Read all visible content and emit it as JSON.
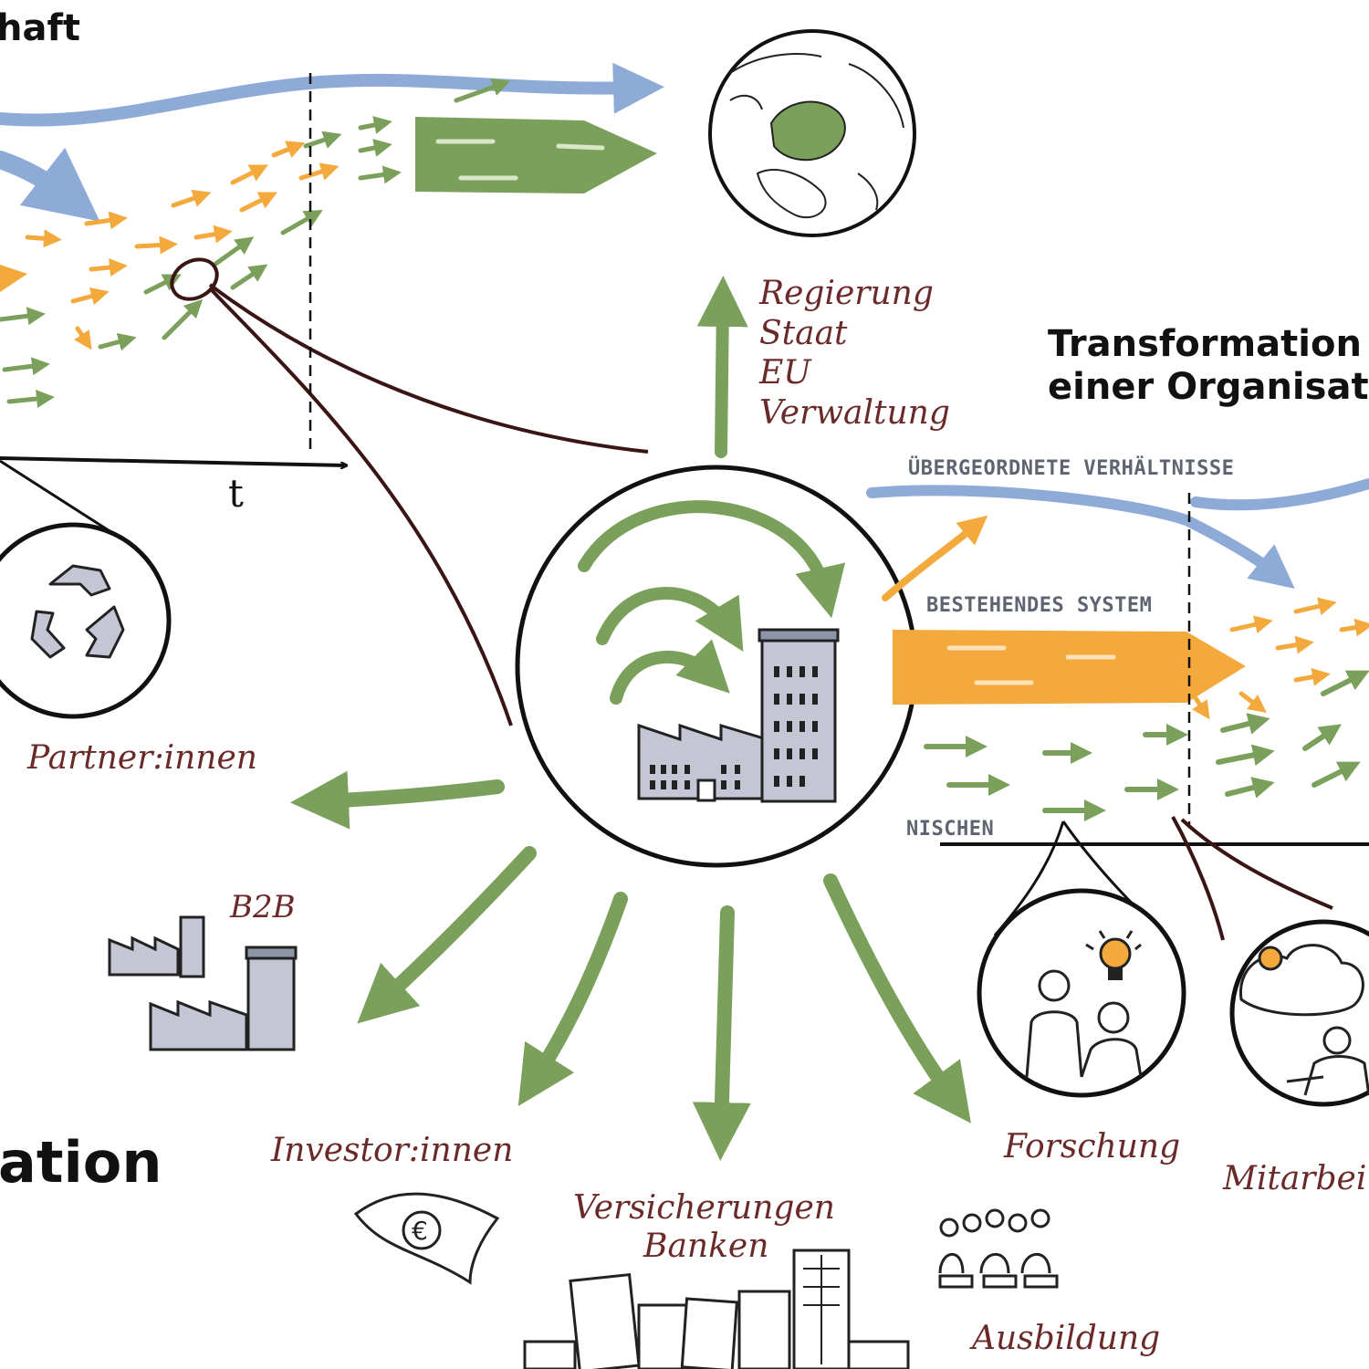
{
  "headings": {
    "top_left_fragment": "haft",
    "right_title_line1": "Transformation",
    "right_title_line2": "einer Organisat",
    "bottom_left_fragment": "ation"
  },
  "axis": {
    "time_label": "t"
  },
  "right_diagram": {
    "upper_label": "ÜBERGEORDNETE VERHÄLTNISSE",
    "middle_label": "BESTEHENDES SYSTEM",
    "lower_label": "NISCHEN"
  },
  "stakeholders": {
    "government": [
      "Regierung",
      "Staat",
      "EU",
      "Verwaltung"
    ],
    "partners": "Partner:innen",
    "b2b": "B2B",
    "investors": "Investor:innen",
    "insurance_banks": [
      "Versicherungen",
      "Banken"
    ],
    "research": "Forschung",
    "employees": "Mitarbei",
    "education": "Ausbildung"
  },
  "colors": {
    "green": "#7ba05b",
    "orange": "#f4a93d",
    "blue": "#8eaad6",
    "label": "#6b2a2a",
    "ink": "#222222",
    "line_dark": "#3a1515",
    "building": "#c4c6d4"
  }
}
